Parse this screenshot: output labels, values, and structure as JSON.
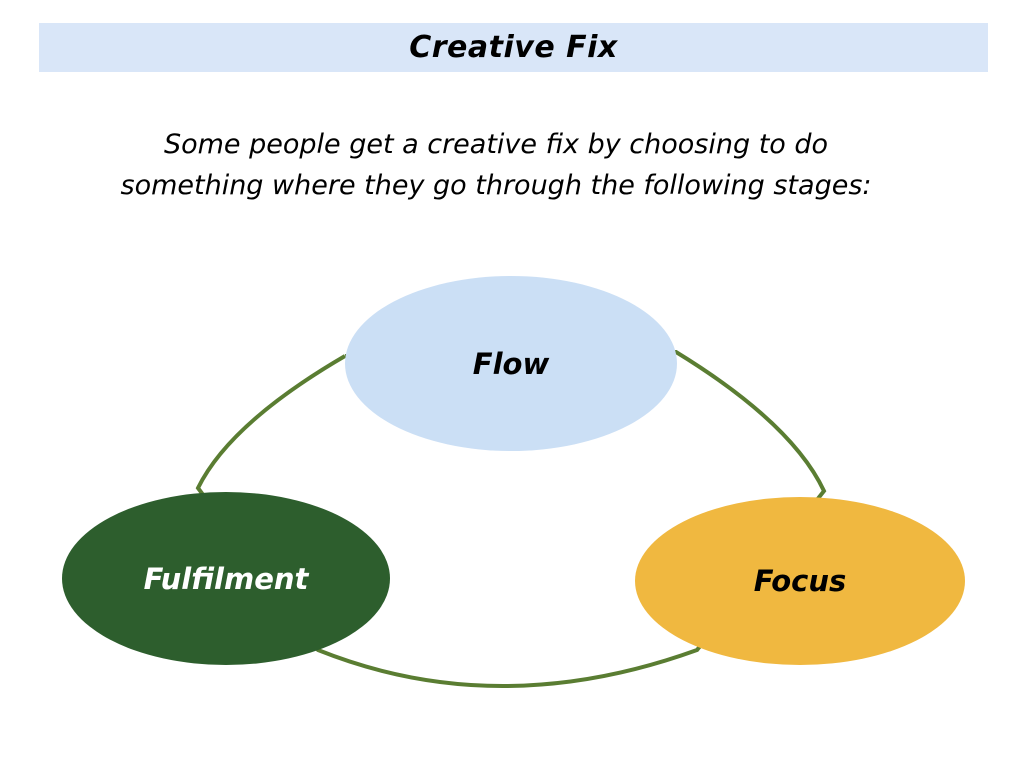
{
  "title": "Creative Fix",
  "subtitle": {
    "line1": "Some people get a creative fix by choosing to do",
    "line2": "something where they go through the following stages:"
  },
  "diagram": {
    "connector_color": "#5a7d32",
    "nodes": [
      {
        "id": "flow",
        "label": "Flow",
        "fill": "#cbdff5",
        "text_color": "#000000"
      },
      {
        "id": "fulfilment",
        "label": "Fulfilment",
        "fill": "#2d5e2d",
        "text_color": "#ffffff"
      },
      {
        "id": "focus",
        "label": "Focus",
        "fill": "#f0b840",
        "text_color": "#000000"
      }
    ]
  },
  "colors": {
    "banner_bg": "#d9e6f8",
    "page_bg": "#ffffff",
    "text": "#000000"
  }
}
